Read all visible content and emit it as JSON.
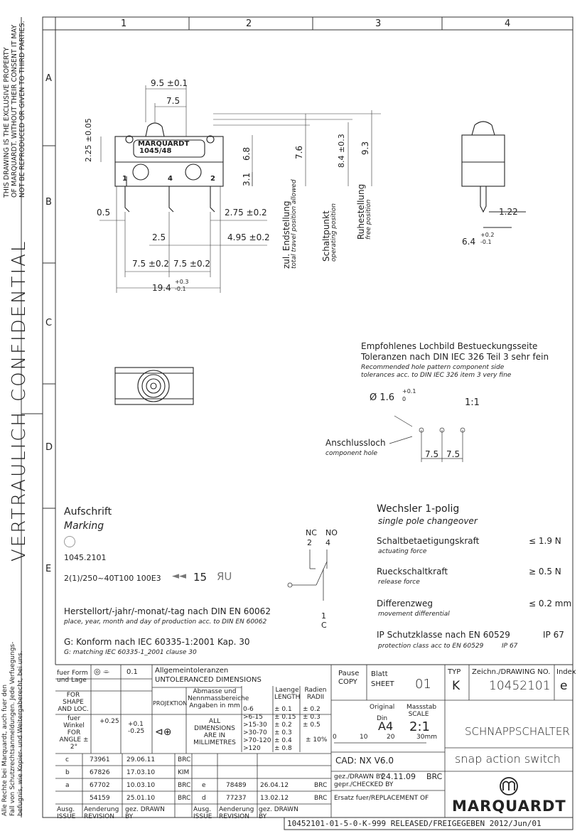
{
  "zones": {
    "cols": [
      "1",
      "2",
      "3",
      "4"
    ],
    "rows": [
      "A",
      "B",
      "C",
      "D",
      "E"
    ]
  },
  "side": {
    "copyright": [
      "THIS DRAWING IS THE EXCLUSIVE PROPERTY",
      "OF MARQUARDT. WITHOUT THEIR CONSENT IT MAY",
      "NOT BE REPRODUCED OR GIVEN TO THIRD PARTIES."
    ],
    "confidential": "CONFIDENTIAL",
    "vertraulich": "VERTRAULICH",
    "rights": [
      "Alle Rechte bei Marquardt, auch fuer den",
      "Fall von Schutzrechtsanmeldungen. Jede Verfuegungs-",
      "befugnis, wie Kopier- und Weitergaberecht, bei uns."
    ]
  },
  "dims": {
    "d95": "9.5 ±0.1",
    "d75": "7.5",
    "d225": "2.25 ±0.05",
    "d68": "6.8",
    "d31": "3.1",
    "d76": "7.6",
    "d84": "8.4 ±0.3",
    "d93": "9.3",
    "d05": "0.5",
    "d275": "2.75 ±0.2",
    "d25": "2.5",
    "d495": "4.95 ±0.2",
    "d75a": "7.5 ±0.2",
    "d75b": "7.5 ±0.2",
    "d194": "19.4",
    "d194tol": "+0.3 -0.1",
    "d122": "1.22",
    "d64": "6.4",
    "d64tol": "+0.2 -0.1",
    "hole": "Ø 1.6",
    "holetol": "+0.1 0",
    "scale11": "1:1",
    "p75a": "7.5",
    "p75b": "7.5"
  },
  "switch": {
    "brand": "MARQUARDT",
    "model": "1045/48",
    "pin1": "1",
    "pin4": "4",
    "pin2": "2"
  },
  "positions": [
    {
      "de": "zul. Endstellung",
      "en": "total travel position allowed"
    },
    {
      "de": "Schaltpunkt",
      "en": "operating position"
    },
    {
      "de": "Ruhestellung",
      "en": "free position"
    }
  ],
  "pattern": {
    "title_de": "Empfohlenes Lochbild Bestueckungsseite",
    "title_de2": "Toleranzen nach DIN IEC 326 Teil 3 sehr fein",
    "title_en": "Recommended hole pattern component side",
    "title_en2": "tolerances acc. to DIN IEC 326 item 3 very fine",
    "hole_de": "Anschlussloch",
    "hole_en": "component hole"
  },
  "marking": {
    "title_de": "Aufschrift",
    "title_en": "Marking",
    "line1": "1045.2101",
    "line2": "2(1)/250~40T100 100E3",
    "line2b": "15",
    "place_de": "Herstellort/-jahr/-monat/-tag nach DIN EN 60062",
    "place_en": "place, year, month and day of production acc. to DIN EN 60062",
    "conform_de": "G: Konform nach IEC 60335-1:2001 Kap. 30",
    "conform_en": "G: matching IEC 60335-1_2001 clause 30"
  },
  "schematic": {
    "nc": "NC",
    "no": "NO",
    "n2": "2",
    "n4": "4",
    "n1": "1",
    "c": "C"
  },
  "specs": {
    "title_de": "Wechsler 1-polig",
    "title_en": "single pole changeover",
    "items": [
      {
        "de": "Schaltbetaetigungskraft",
        "en": "actuating force",
        "val": "≤ 1.9 N"
      },
      {
        "de": "Rueckschaltkraft",
        "en": "release force",
        "val": "≥ 0.5 N"
      },
      {
        "de": "Differenzweg",
        "en": "movement differential",
        "val": "≤ 0.2 mm"
      },
      {
        "de": "IP Schutzklasse nach EN 60529",
        "en": "protection class acc to EN 60529",
        "val": "IP 67",
        "val_en": "IP 67"
      }
    ]
  },
  "tb": {
    "fuer_form": "fuer Form und Lage",
    "for_shape": "FOR SHAPE AND LOC.",
    "tol01": "0.1",
    "allg": "Allgemeintoleranzen",
    "untol": "UNTOLERANCED DIMENSIONS",
    "projektion": "PROJEKTION",
    "abm": "Abmasse und Nennmassbereiche Angaben in mm",
    "all_dim": "ALL DIMENSIONS ARE IN MILLIMETRES",
    "laenge": "Laenge LENGTH",
    "radien": "Radien RADII",
    "pct": "± 10%",
    "ranges": [
      [
        "0-6",
        "± 0.1",
        "± 0.2"
      ],
      [
        ">6-15",
        "± 0.15",
        "± 0.3"
      ],
      [
        ">15-30",
        "± 0.2",
        "± 0.5"
      ],
      [
        ">30-70",
        "± 0.3",
        ""
      ],
      [
        ">70-120",
        "± 0.4",
        ""
      ],
      [
        ">120",
        "± 0.8",
        ""
      ]
    ],
    "winkel": "fuer Winkel FOR ANGLE ± 2°",
    "ang1": "+0.25",
    "ang2": "+0.1",
    "ang3": "-0.25",
    "pause": "Pause COPY",
    "blatt": "Blatt SHEET",
    "sheet": "01",
    "original": "Original",
    "din": "Din",
    "a4": "A4",
    "massstab": "Massstab SCALE",
    "scale": "2:1",
    "scale_nums": [
      "0",
      "10",
      "20",
      "30mm"
    ],
    "typ": "TYP",
    "type_val": "K",
    "zeichn": "Zeichn./DRAWING NO.",
    "dwg_no": "10452101",
    "index": "Index",
    "index_val": "e",
    "title_de": "SCHNAPPSCHALTER",
    "title_en": "snap action switch",
    "cad": "CAD: NX V6.0",
    "drawn": "gez./DRAWN BY",
    "drawn_date": "24.11.09",
    "drawn_by": "BRC",
    "checked": "gepr./CHECKED BY",
    "replace": "Ersatz fuer/REPLACEMENT OF",
    "logo": "MARQUARDT",
    "revs_left": [
      [
        "c",
        "73961",
        "29.06.11",
        "BRC"
      ],
      [
        "b",
        "67826",
        "17.03.10",
        "KIM"
      ],
      [
        "a",
        "67702",
        "10.03.10",
        "BRC"
      ],
      [
        "",
        "54159",
        "25.01.10",
        "BRC"
      ]
    ],
    "revs_right": [
      [
        "e",
        "78489",
        "26.04.12",
        "BRC"
      ],
      [
        "d",
        "77237",
        "13.02.12",
        "BRC"
      ]
    ],
    "hdr": [
      "Ausg. ISSUE",
      "Aenderung REVISION",
      "gez. DRAWN BY"
    ],
    "footer": "10452101-01-5-0-K-999 RELEASED/FREIGEGEBEN 2012/Jun/01"
  }
}
